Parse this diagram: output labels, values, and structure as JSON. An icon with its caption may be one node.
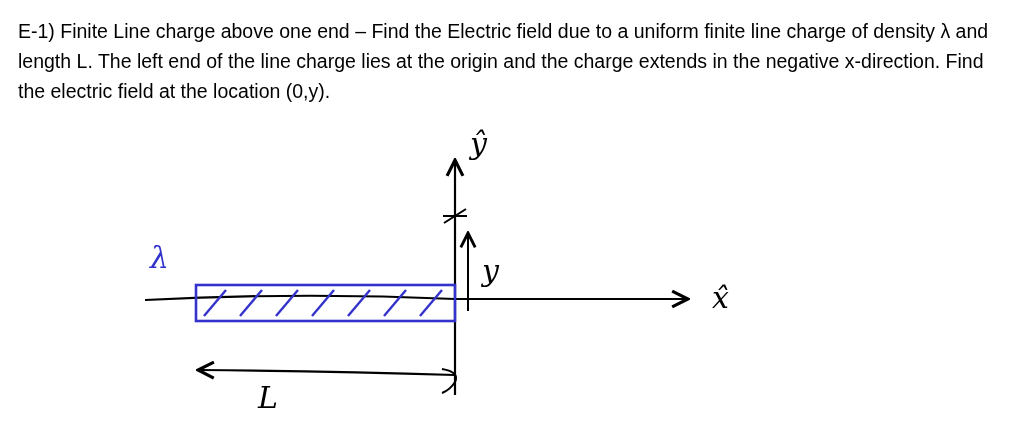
{
  "diagram": {
    "title": "E-1) Finite Line charge above one end – Find the Electric field due to a uniform finite line charge of density λ and length L. The left end of the line charge lies at the origin and the charge extends in the negative x-direction. Find the electric field at the location (0,y).",
    "labels": [
      "ŷ",
      "λ",
      "y",
      "x̂",
      "L"
    ]
  }
}
